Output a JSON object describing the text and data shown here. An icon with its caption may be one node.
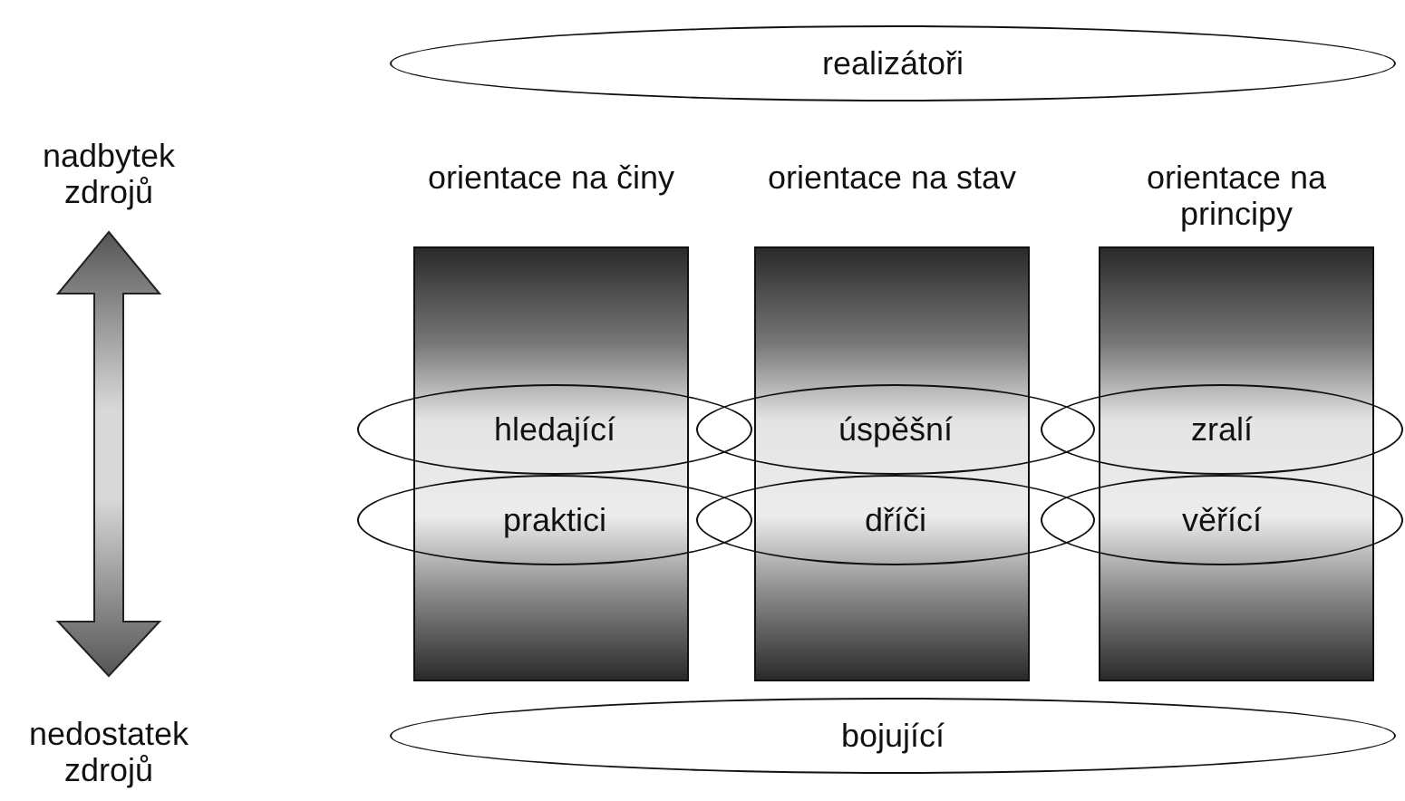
{
  "diagram": {
    "nodes": [
      {
        "text": [
          "realizátoři"
        ]
      },
      {
        "text": [
          "orientace na činy"
        ]
      },
      {
        "text": [
          "orientace na stav"
        ]
      },
      {
        "text": [
          "orientace na principy"
        ]
      },
      {
        "text": [
          "hledající"
        ]
      },
      {
        "text": [
          "úspěšní"
        ]
      },
      {
        "text": [
          "zralí"
        ]
      },
      {
        "text": [
          "praktici"
        ]
      },
      {
        "text": [
          "dříči"
        ]
      },
      {
        "text": [
          "věřící"
        ]
      },
      {
        "text": [
          "bojující"
        ]
      }
    ],
    "labels": [
      "nadbytek zdrojů",
      "nedostatek zdrojů"
    ]
  }
}
